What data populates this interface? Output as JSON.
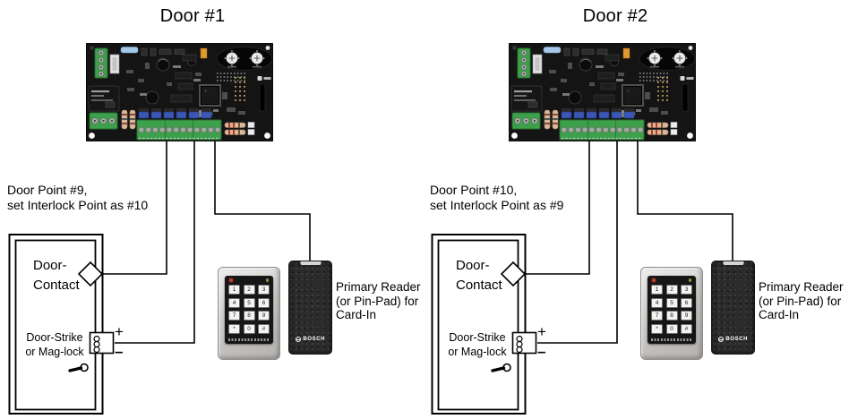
{
  "doors": [
    {
      "title": "Door #1",
      "point_line1": "Door Point #9,",
      "point_line2": "set Interlock Point as #10",
      "contact_line1": "Door-",
      "contact_line2": "Contact",
      "strike_line1": "Door-Strike",
      "strike_line2": "or Mag-lock",
      "polarity_plus": "+",
      "polarity_minus": "–",
      "reader_line1": "Primary Reader",
      "reader_line2": "(or Pin-Pad) for",
      "reader_line3": "Card-In"
    },
    {
      "title": "Door #2",
      "point_line1": "Door Point #10,",
      "point_line2": "set Interlock Point as #9",
      "contact_line1": "Door-",
      "contact_line2": "Contact",
      "strike_line1": "Door-Strike",
      "strike_line2": "or Mag-lock",
      "polarity_plus": "+",
      "polarity_minus": "–",
      "reader_line1": "Primary Reader",
      "reader_line2": "(or Pin-Pad) for",
      "reader_line3": "Card-In"
    }
  ],
  "keypad": {
    "keys": [
      "1",
      "2",
      "3",
      "4",
      "5",
      "6",
      "7",
      "8",
      "9",
      "*",
      "0",
      "#"
    ]
  },
  "reader": {
    "brand": "BOSCH"
  },
  "colors": {
    "background": "#ffffff",
    "wire": "#000000",
    "board": "#141414",
    "terminal-green": "#3da04b",
    "jumper-blue": "#3a57b5",
    "fuse-blue": "#a6c8e8",
    "resistor-tan": "#d8b79a"
  }
}
